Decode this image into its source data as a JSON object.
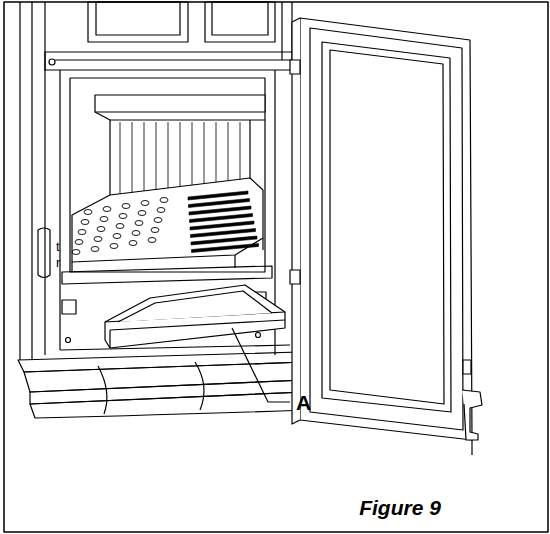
{
  "diagram": {
    "caption": "Figure 9",
    "labels": [
      "t",
      "r",
      "A"
    ]
  }
}
